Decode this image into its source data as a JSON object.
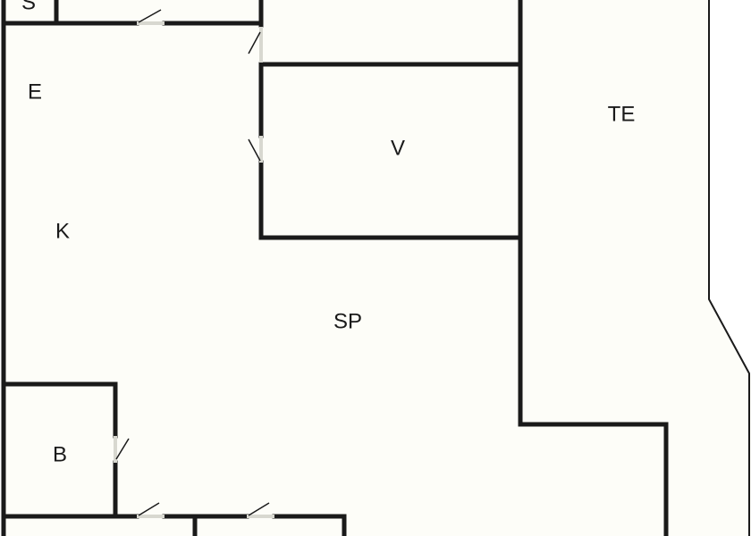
{
  "colors": {
    "floor": "#fdfdf8",
    "wall": "#1a1a1a",
    "background": "#ffffff"
  },
  "rooms": {
    "s": {
      "label": "S"
    },
    "e": {
      "label": "E"
    },
    "k": {
      "label": "K"
    },
    "v": {
      "label": "V"
    },
    "te": {
      "label": "TE"
    },
    "sp": {
      "label": "SP"
    },
    "b": {
      "label": "B"
    }
  }
}
